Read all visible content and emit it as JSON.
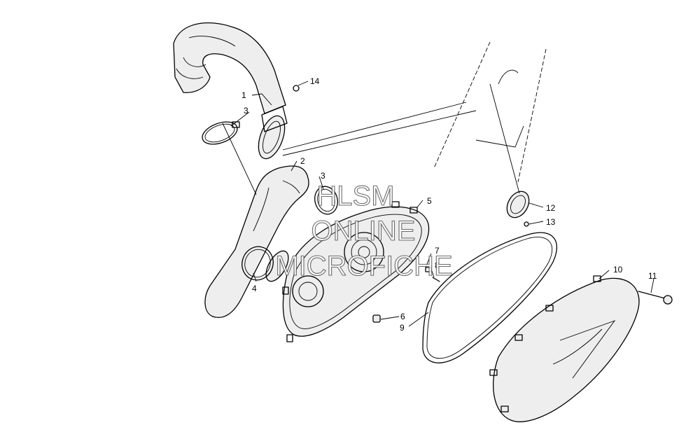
{
  "diagram": {
    "callouts": [
      {
        "id": "c1",
        "label": "1"
      },
      {
        "id": "c2",
        "label": "2"
      },
      {
        "id": "c3a",
        "label": "3"
      },
      {
        "id": "c3b",
        "label": "3"
      },
      {
        "id": "c4",
        "label": "4"
      },
      {
        "id": "c5",
        "label": "5"
      },
      {
        "id": "c6",
        "label": "6"
      },
      {
        "id": "c7",
        "label": "7"
      },
      {
        "id": "c8",
        "label": "8"
      },
      {
        "id": "c9",
        "label": "9"
      },
      {
        "id": "c10",
        "label": "10"
      },
      {
        "id": "c11",
        "label": "11"
      },
      {
        "id": "c12",
        "label": "12"
      },
      {
        "id": "c13",
        "label": "13"
      },
      {
        "id": "c14",
        "label": "14"
      }
    ]
  },
  "watermark": {
    "line1": "HLSM",
    "line2": "ONLINE",
    "line3": "MICROFICHE"
  }
}
